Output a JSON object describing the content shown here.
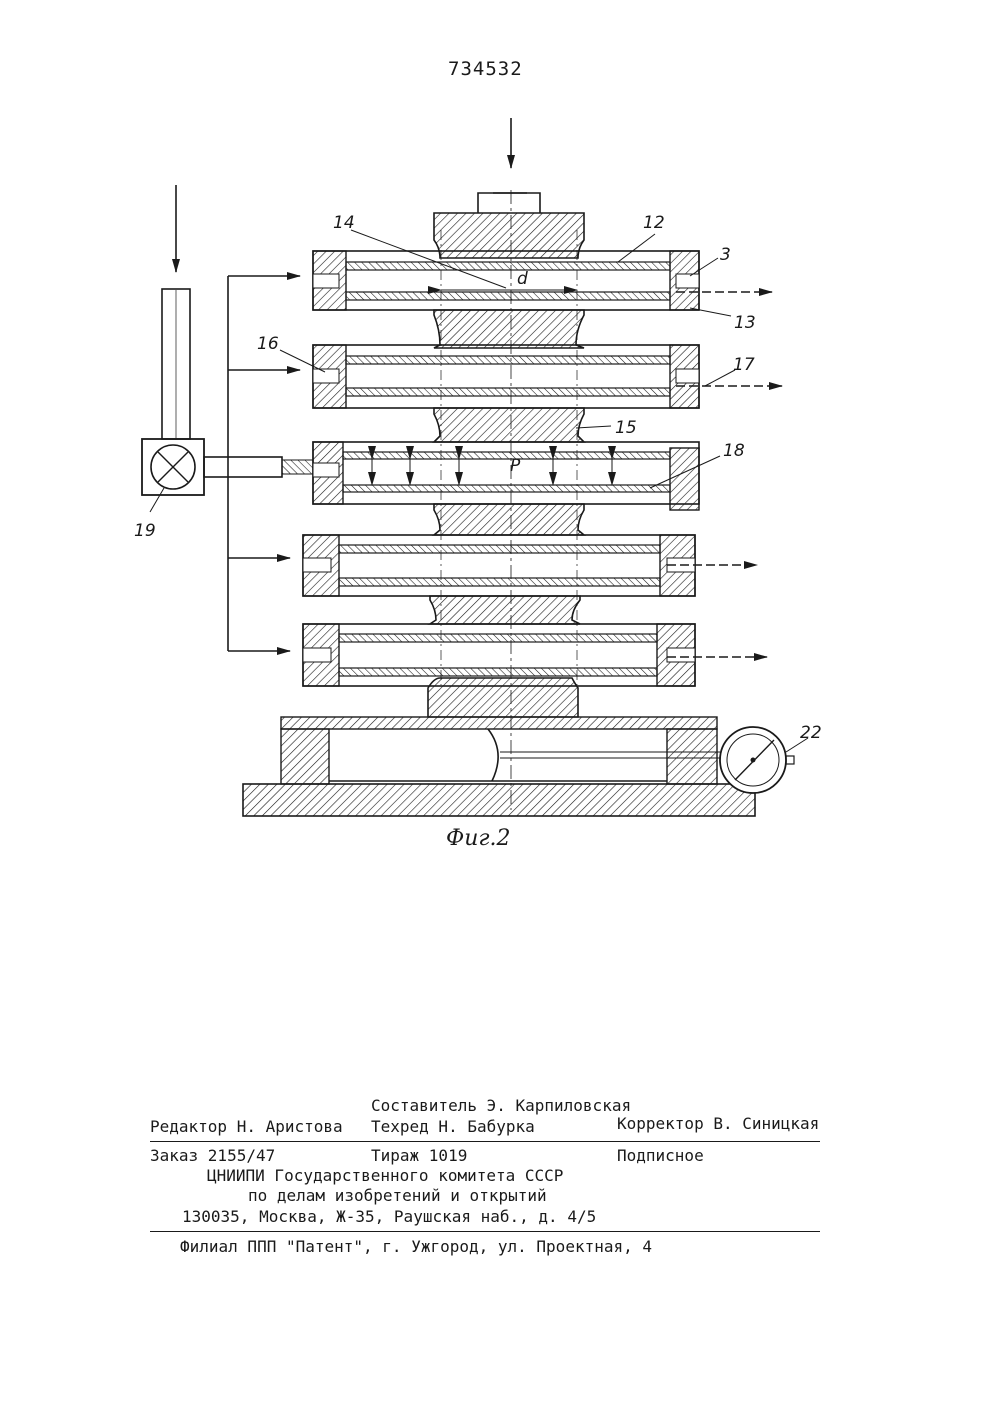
{
  "patent_number": "734532",
  "figure": {
    "caption": "Фиг.2",
    "labels": {
      "l14": "14",
      "l12": "12",
      "l3": "3",
      "ld": "d",
      "l13": "13",
      "l16": "16",
      "l17": "17",
      "l15": "15",
      "l18": "18",
      "lp": "P",
      "l19": "19",
      "l22": "22"
    }
  },
  "imprint": {
    "compiler": "Составитель Э. Карпиловская",
    "editor": "Редактор Н. Аристова",
    "techred": "Техред Н. Бабурка",
    "corrector": "Корректор В. Синицкая",
    "order": "Заказ 2155/47",
    "circulation": "Тираж 1019",
    "subscription": "Подписное",
    "org_line1": "ЦНИИПИ Государственного комитета СССР",
    "org_line2": "по делам изобретений и открытий",
    "address": "130035, Москва, Ж-35, Раушская наб., д. 4/5",
    "branch": "Филиал ППП \"Патент\", г. Ужгород, ул. Проектная, 4"
  }
}
